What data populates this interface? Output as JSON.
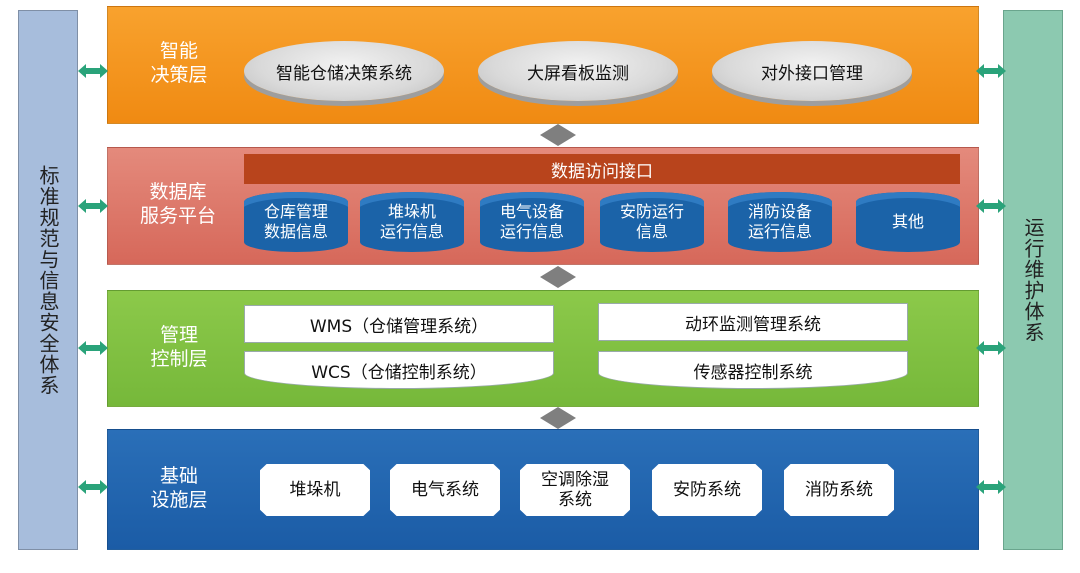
{
  "left_system": "标准规范与信息安全体系",
  "right_system": "运行维护体系",
  "layers": {
    "decision": {
      "title": "智能\n决策层",
      "items": [
        "智能仓储决策系统",
        "大屏看板监测",
        "对外接口管理"
      ]
    },
    "database": {
      "title": "数据库\n服务平台",
      "access_bar": "数据访问接口",
      "items": [
        "仓库管理\n数据信息",
        "堆垛机\n运行信息",
        "电气设备\n运行信息",
        "安防运行\n信息",
        "消防设备\n运行信息",
        "其他"
      ]
    },
    "management": {
      "title": "管理\n控制层",
      "left_items": [
        "WMS（仓储管理系统）",
        "WCS（仓储控制系统）"
      ],
      "right_items": [
        "动环监测管理系统",
        "传感器控制系统"
      ]
    },
    "infrastructure": {
      "title": "基础\n设施层",
      "items": [
        "堆垛机",
        "电气系统",
        "空调除湿\n系统",
        "安防系统",
        "消防系统"
      ]
    }
  },
  "colors": {
    "decision": "#f39a1f",
    "database": "#dc7566",
    "management": "#80c043",
    "infrastructure": "#2266b0",
    "connector_arrow": "#2aa37a",
    "connector_diamond": "#7f7f7f"
  }
}
